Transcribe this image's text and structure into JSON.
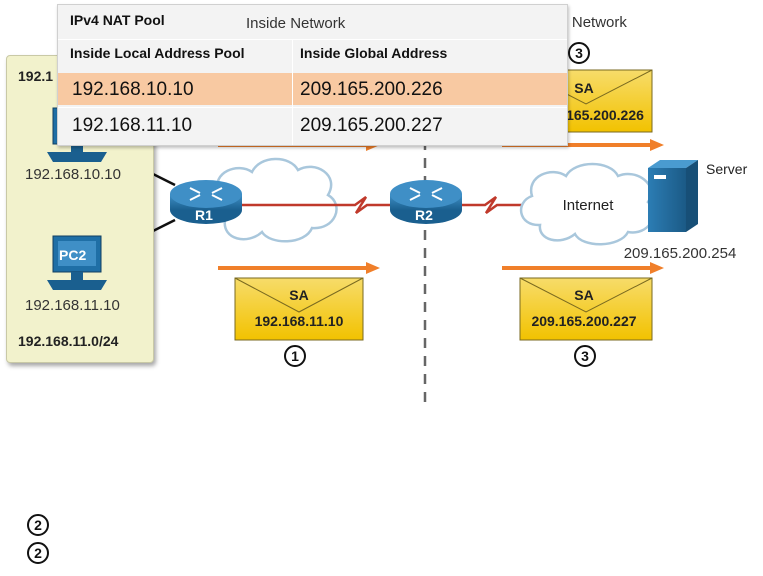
{
  "diagram": {
    "regions": {
      "inside_label": "Inside Network",
      "outside_label": "Outside Network"
    },
    "nat_pool": {
      "title": "IPv4 NAT Pool",
      "headers": [
        "Inside Local Address Pool",
        "Inside Global Address"
      ],
      "rows": [
        {
          "local": "192.168.10.10",
          "global": "209.165.200.226",
          "highlight": true
        },
        {
          "local": "192.168.11.10",
          "global": "209.165.200.227",
          "highlight": false
        }
      ]
    },
    "lan": {
      "top_subnet_partial": "192.1",
      "pc1_ip": "192.168.10.10",
      "pc2_label": "PC2",
      "pc2_ip": "192.168.11.10",
      "bottom_subnet": "192.168.11.0/24"
    },
    "routers": {
      "r1": "R1",
      "r2": "R2"
    },
    "internet_label": "Internet",
    "server": {
      "label": "Server",
      "ip": "209.165.200.254"
    },
    "packets": {
      "inside_bottom": {
        "title": "SA",
        "address": "192.168.11.10",
        "step": "1"
      },
      "outside_top": {
        "title": "SA",
        "address_partial": "165.200.226",
        "step": "3"
      },
      "outside_bottom": {
        "title": "SA",
        "address": "209.165.200.227",
        "step": "3"
      }
    },
    "stray_steps": [
      "2",
      "2"
    ],
    "colors": {
      "highlight_row": "#f8c9a2",
      "lan_panel": "#f2f2cc",
      "arrow": "#f07f2a",
      "envelope": "#f4d03f",
      "device_blue": "#1f6fa6",
      "wan_link": "#c0392b"
    }
  }
}
